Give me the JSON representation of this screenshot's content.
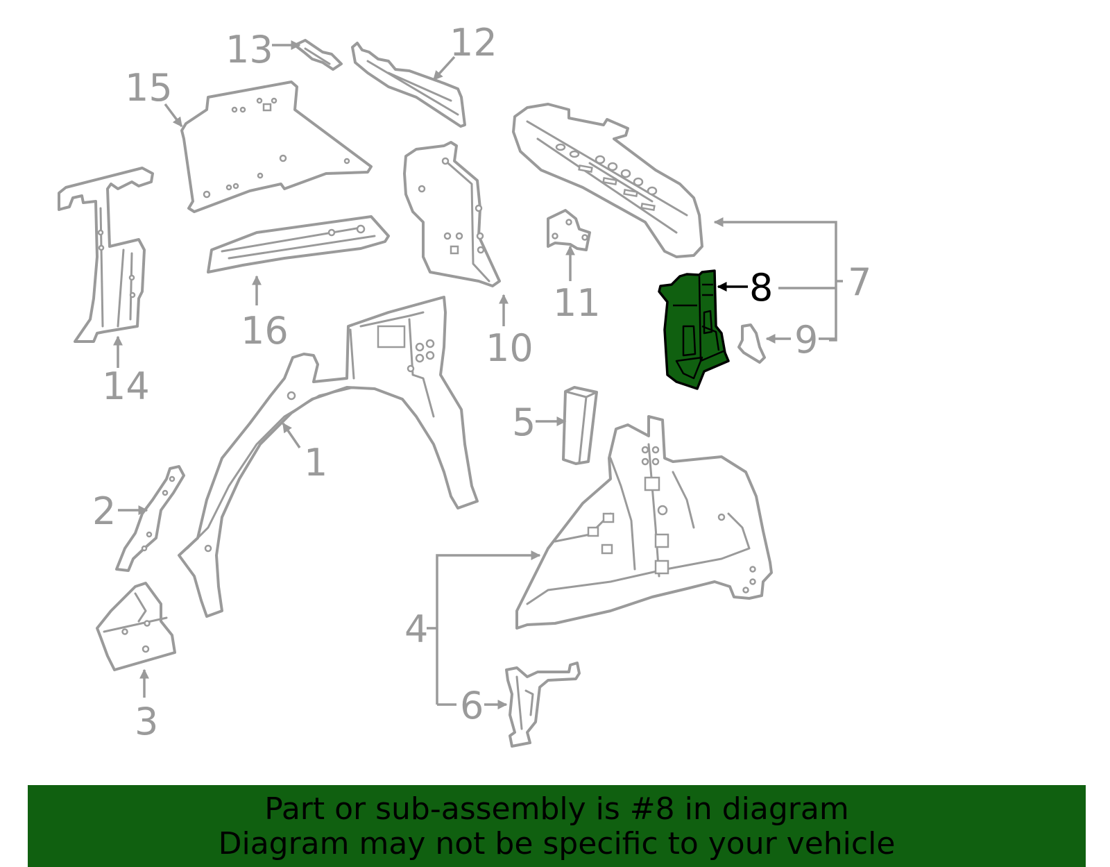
{
  "highlight_color": "#106010",
  "part_color": "#9a9a9a",
  "callouts": [
    {
      "id": "1",
      "label": "1"
    },
    {
      "id": "2",
      "label": "2"
    },
    {
      "id": "3",
      "label": "3"
    },
    {
      "id": "4",
      "label": "4"
    },
    {
      "id": "5",
      "label": "5"
    },
    {
      "id": "6",
      "label": "6"
    },
    {
      "id": "7",
      "label": "7"
    },
    {
      "id": "8",
      "label": "8",
      "highlighted": true
    },
    {
      "id": "9",
      "label": "9"
    },
    {
      "id": "10",
      "label": "10"
    },
    {
      "id": "11",
      "label": "11"
    },
    {
      "id": "12",
      "label": "12"
    },
    {
      "id": "13",
      "label": "13"
    },
    {
      "id": "14",
      "label": "14"
    },
    {
      "id": "15",
      "label": "15"
    },
    {
      "id": "16",
      "label": "16"
    }
  ],
  "banner": {
    "line1": "Part or sub-assembly is #8 in diagram",
    "line2": "Diagram may not be specific to your vehicle"
  }
}
